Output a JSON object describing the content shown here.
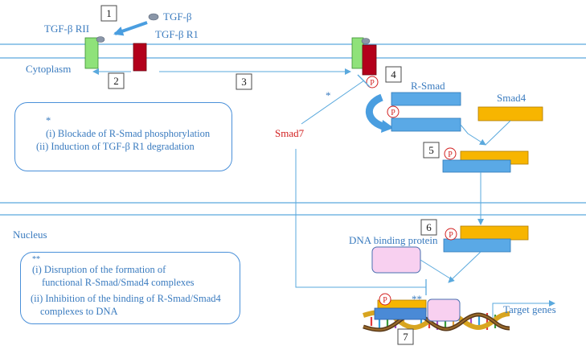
{
  "labels": {
    "tgfb": "TGF-β",
    "receptor2": "TGF-β RII",
    "receptor1": "TGF-β R1",
    "cytoplasm": "Cytoplasm",
    "nucleus": "Nucleus",
    "rsmad": "R-Smad",
    "smad4": "Smad4",
    "smad7": "Smad7",
    "dna_binding_protein": "DNA binding protein",
    "target_genes": "Target genes",
    "phospho": "P",
    "single_star": "*",
    "double_star": "**"
  },
  "steps": [
    "1",
    "2",
    "3",
    "4",
    "5",
    "6",
    "7"
  ],
  "note_cytoplasm": {
    "marker": "*",
    "lines": [
      "(i) Blockade of R-Smad phosphorylation",
      "(ii) Induction of TGF-β R1 degradation"
    ]
  },
  "note_nucleus": {
    "marker": "**",
    "lines": [
      "(i) Disruption of the formation of",
      "functional R-Smad/Smad4 complexes",
      "(ii) Inhibition of the binding of R-Smad/Smad4",
      "complexes to DNA"
    ]
  },
  "colors": {
    "membrane": "#5aa9dd",
    "receptor2": "#8fe27a",
    "receptor1": "#b3001b",
    "rsmad": "#5aa9e6",
    "smad4": "#f7b500",
    "dna_binding_protein": "#f8d0f0",
    "phospho": "#d21f1f",
    "smad7": "#d21f1f",
    "text_blue": "#3a7bbf"
  }
}
